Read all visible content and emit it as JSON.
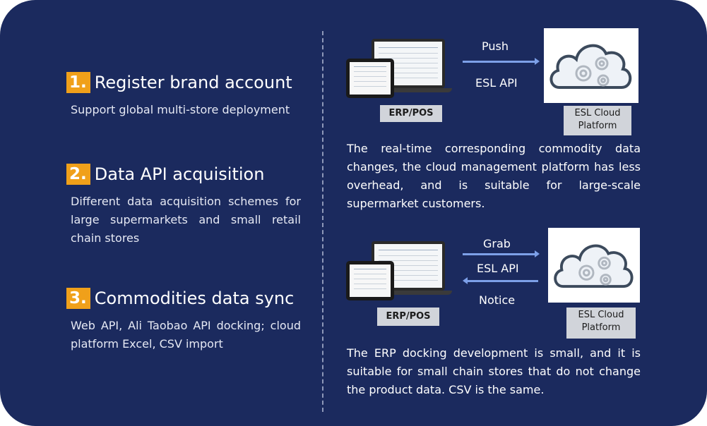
{
  "steps": [
    {
      "number": "1.",
      "title": "Register brand account",
      "desc": "Support global multi-store deployment"
    },
    {
      "number": "2.",
      "title": "Data API acquisition",
      "desc": "Different data acquisition schemes for large supermarkets and small retail chain stores"
    },
    {
      "number": "3.",
      "title": "Commodities data sync",
      "desc": "Web API, Ali Taobao API docking; cloud platform Excel, CSV import"
    }
  ],
  "diagram1": {
    "top_label": "Push",
    "mid_label": "ESL  API",
    "erp_label": "ERP/POS",
    "cloud_label_1": "ESL Cloud",
    "cloud_label_2": "Platform",
    "description": "The real-time corresponding commodity data changes, the cloud management platform has less overhead, and is suitable for large-scale supermarket customers."
  },
  "diagram2": {
    "top_label": "Grab",
    "mid_label": "ESL  API",
    "bottom_label": "Notice",
    "erp_label": "ERP/POS",
    "cloud_label_1": "ESL Cloud",
    "cloud_label_2": "Platform",
    "description": "The ERP docking development is small, and it is suitable for small chain stores that do not change the product data. CSV is the same."
  },
  "colors": {
    "background": "#1b2a5e",
    "number_badge": "#f0a01a",
    "arrow": "#7da0e8"
  }
}
